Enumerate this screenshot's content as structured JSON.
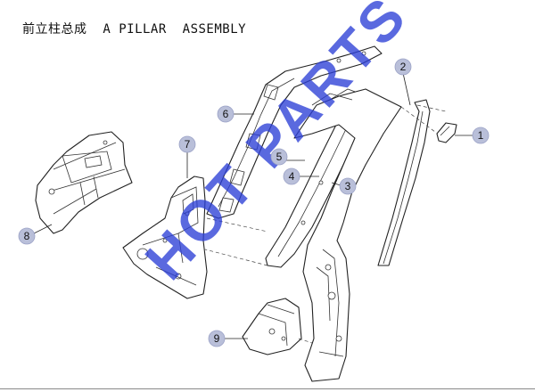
{
  "header": {
    "title": "前立柱总成  A PILLAR  ASSEMBLY"
  },
  "watermark": {
    "text": "HOT PARTS",
    "color": "#2b3fd6"
  },
  "callouts": [
    {
      "label": "1"
    },
    {
      "label": "2"
    },
    {
      "label": "3"
    },
    {
      "label": "4"
    },
    {
      "label": "5"
    },
    {
      "label": "6"
    },
    {
      "label": "7"
    },
    {
      "label": "8"
    },
    {
      "label": "9"
    }
  ],
  "colors": {
    "callout_fill": "#b9bfd9",
    "line": "#222222",
    "background": "#ffffff"
  }
}
